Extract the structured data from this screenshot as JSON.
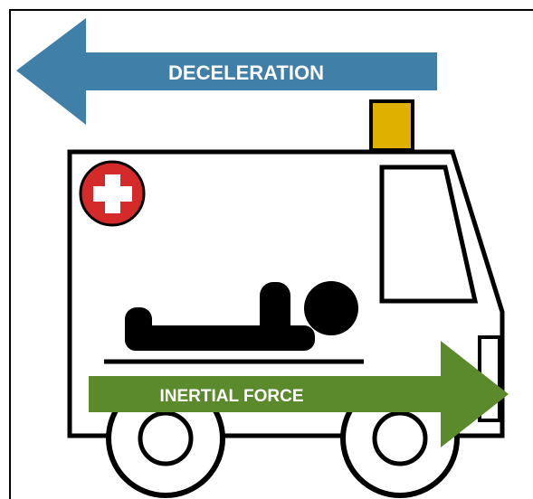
{
  "labels": {
    "deceleration": "DECELERATION",
    "inertial_force": "INERTIAL FORCE"
  },
  "colors": {
    "deceleration_arrow": "#3f7fa8",
    "inertial_arrow": "#5b8a2c",
    "beacon": "#e0b000",
    "cross_badge": "#d42a2a",
    "outline": "#000000"
  },
  "icons": {
    "vehicle": "ambulance",
    "badge": "medical-cross",
    "figure": "patient-lying"
  }
}
